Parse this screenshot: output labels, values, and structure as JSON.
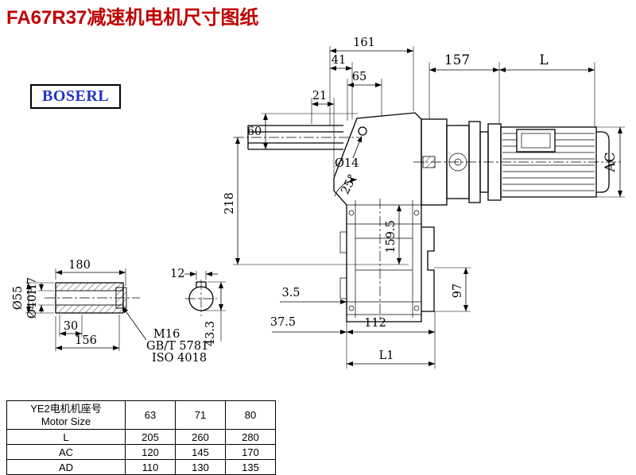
{
  "page": {
    "title": "FA67R37减速机电机尺寸图纸",
    "logo": "BOSERL",
    "colors": {
      "title_red": "#c00000",
      "logo_blue": "#2233cc",
      "line": "#000000"
    }
  },
  "main_view": {
    "dim_161": "161",
    "dim_41": "41",
    "dim_65": "65",
    "dim_21": "21",
    "dim_60": "60",
    "dim_218": "218",
    "dim_hole": "Ø14",
    "dim_angle": "25°",
    "dim_157": "157",
    "dim_L": "L",
    "dim_AC": "AC",
    "dim_159_5": "159.5",
    "dim_97": "97",
    "dim_3_5": "3.5",
    "dim_37_5": "37.5",
    "dim_112": "112",
    "dim_L1": "L1"
  },
  "shaft_view": {
    "dim_180": "180",
    "dim_12": "12",
    "dim_d55": "Ø55",
    "dim_d40": "Ø40H7",
    "dim_30": "30",
    "dim_156": "156",
    "thread": "M16",
    "std_gb": "GB/T 5781",
    "std_iso": "ISO 4018",
    "dim_43_3": "43.3"
  },
  "table": {
    "header_cn": "YE2电机机座号",
    "header_en": "Motor Size",
    "sizes": [
      "63",
      "71",
      "80"
    ],
    "rows": [
      {
        "label": "L",
        "values": [
          "205",
          "260",
          "280"
        ]
      },
      {
        "label": "AC",
        "values": [
          "120",
          "145",
          "170"
        ]
      },
      {
        "label": "AD",
        "values": [
          "110",
          "130",
          "135"
        ]
      }
    ]
  }
}
